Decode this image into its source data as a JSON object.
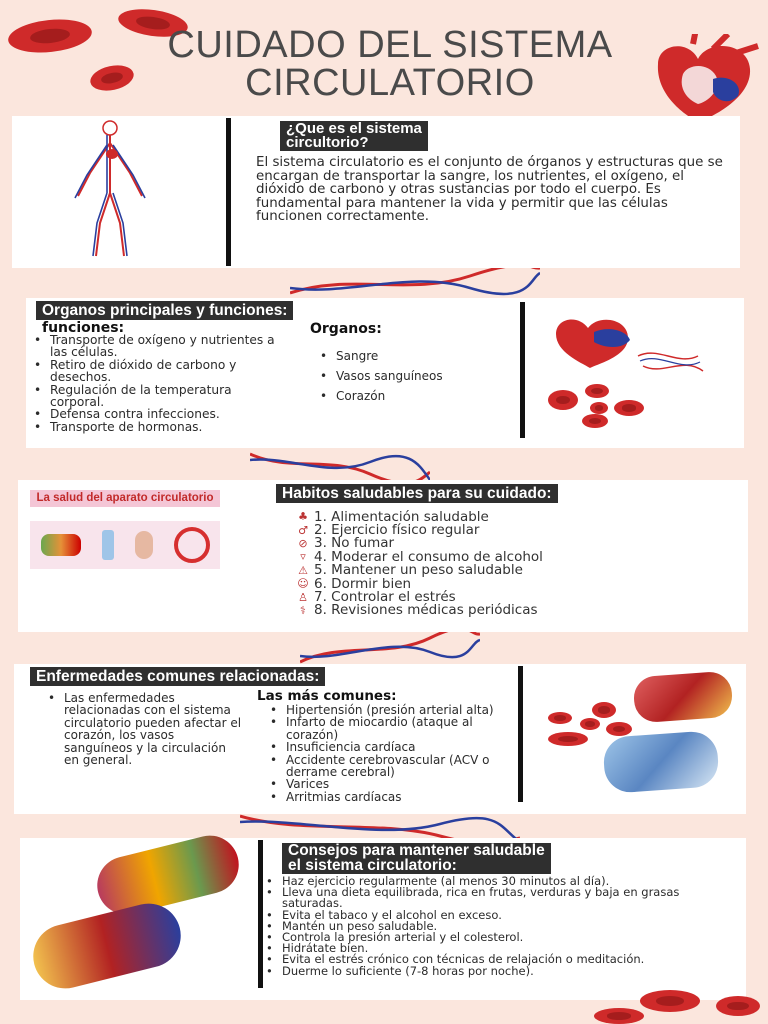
{
  "title": {
    "line1": "CUIDADO DEL SISTEMA",
    "line2": "CIRCULATORIO"
  },
  "section1": {
    "heading_line1": "¿Que es el sistema",
    "heading_line2": "circultorio?",
    "paragraph": "El sistema circulatorio es el conjunto de órganos y estructuras que se encargan de transportar la sangre, los nutrientes, el oxígeno, el dióxido de carbono y otras sustancias por todo el cuerpo. Es fundamental para mantener la vida y permitir que las células funcionen correctamente."
  },
  "section2": {
    "heading": "Organos principales y funciones:",
    "funciones_label": "funciones:",
    "funciones": [
      "Transporte de oxígeno y nutrientes a las células.",
      "Retiro de dióxido de carbono y desechos.",
      "Regulación de la temperatura corporal.",
      "Defensa contra infecciones.",
      "Transporte de hormonas."
    ],
    "organos_label": "Organos:",
    "organos": [
      "Sangre",
      "Vasos sanguíneos",
      "Corazón"
    ]
  },
  "section3": {
    "card_title": "La salud del aparato circulatorio",
    "heading": "Habitos saludables para su cuidado:",
    "habits": [
      {
        "icon": "broccoli-icon",
        "text": "1. Alimentación saludable"
      },
      {
        "icon": "runner-icon",
        "text": "2. Ejercicio físico regular"
      },
      {
        "icon": "no-smoking-icon",
        "text": "3. No fumar"
      },
      {
        "icon": "wine-glass-icon",
        "text": "4. Moderar el consumo de alcohol"
      },
      {
        "icon": "scale-icon",
        "text": "5. Mantener un peso saludable"
      },
      {
        "icon": "sleeping-face-icon",
        "text": "6. Dormir bien"
      },
      {
        "icon": "meditation-icon",
        "text": "7. Controlar el estrés"
      },
      {
        "icon": "stethoscope-icon",
        "text": "8. Revisiones médicas periódicas"
      }
    ]
  },
  "section4": {
    "heading": "Enfermedades comunes relacionadas:",
    "intro": "Las enfermedades relacionadas con el sistema circulatorio pueden afectar el corazón, los vasos sanguíneos y la circulación en general.",
    "comunes_label": "Las más comunes:",
    "comunes": [
      "Hipertensión (presión arterial alta)",
      " Infarto de miocardio (ataque al corazón)",
      "Insuficiencia cardíaca",
      "Accidente cerebrovascular (ACV o derrame cerebral)",
      "Varices",
      "Arritmias cardíacas"
    ]
  },
  "section5": {
    "heading_line1": "Consejos para mantener saludable",
    "heading_line2": "el sistema circulatorio:",
    "tips": [
      "Haz ejercicio regularmente (al menos 30 minutos al día).",
      "Lleva una dieta equilibrada, rica en frutas, verduras y baja en grasas saturadas.",
      "Evita el tabaco y el alcohol en exceso.",
      "Mantén un peso saludable.",
      "Controla la presión arterial y el colesterol.",
      "Hidrátate bien.",
      "Evita el estrés crónico con técnicas de relajación o meditación.",
      "Duerme lo suficiente (7-8 horas por noche)."
    ]
  },
  "colors": {
    "background": "#fbe6dd",
    "panel": "#ffffff",
    "heading_bg": "#2f2f2f",
    "blood_red": "#cf2a2a",
    "vein_blue": "#2a3f9e",
    "card_pink": "#f4c6d6"
  }
}
